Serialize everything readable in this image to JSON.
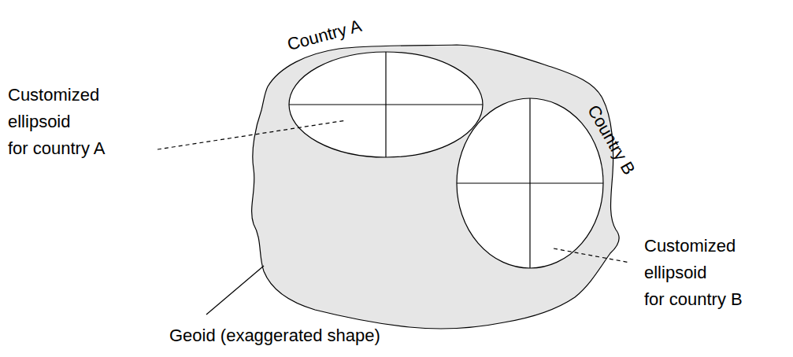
{
  "diagram": {
    "labels": [
      "Country A",
      "Country B",
      "Customized ellipsoid for country A",
      "Customized ellipsoid for country B",
      "Geoid (exaggerated shape)"
    ]
  }
}
